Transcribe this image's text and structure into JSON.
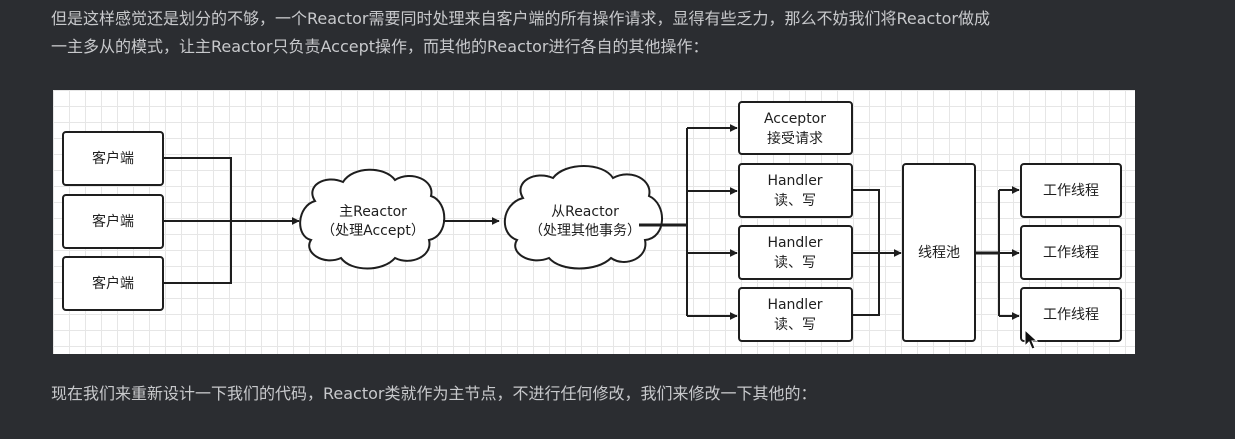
{
  "article": {
    "para_top_line1": "但是这样感觉还是划分的不够，一个Reactor需要同时处理来自客户端的所有操作请求，显得有些乏力，那么不妨我们将Reactor做成",
    "para_top_line2": "一主多从的模式，让主Reactor只负责Accept操作，而其他的Reactor进行各自的其他操作：",
    "para_bottom": "现在我们来重新设计一下我们的代码，Reactor类就作为主节点，不进行任何修改，我们来修改一下其他的："
  },
  "diagram": {
    "clients": [
      "客户端",
      "客户端",
      "客户端"
    ],
    "main_reactor": {
      "line1": "主Reactor",
      "line2": "（处理Accept）"
    },
    "sub_reactor": {
      "line1": "从Reactor",
      "line2": "（处理其他事务）"
    },
    "acceptor": {
      "line1": "Acceptor",
      "line2": "接受请求"
    },
    "handlers": [
      {
        "line1": "Handler",
        "line2": "读、写"
      },
      {
        "line1": "Handler",
        "line2": "读、写"
      },
      {
        "line1": "Handler",
        "line2": "读、写"
      }
    ],
    "thread_pool": "线程池",
    "workers": [
      "工作线程",
      "工作线程",
      "工作线程"
    ]
  }
}
